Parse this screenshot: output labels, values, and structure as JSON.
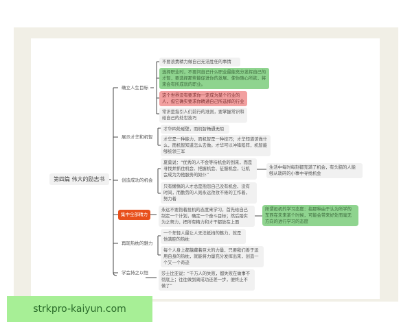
{
  "root": "第四篇 伟大的励志书",
  "branches": [
    {
      "label": "确立人生目标",
      "leaves": [
        "不要浪费精力做自己无法胜任的事情",
        "选择职业时，不要问自己什么职业最能充分发挥自己的才智，要选择那些能促进你的发展、使你随心所欲，将来会有所成就的职业。",
        "这个世界没有要求你一定成为某个行业的人，但它确实要求你精通自己所选择的行业",
        "常识是指引人们前行的准则，要掌握常识和给自己的处世技巧"
      ]
    },
    {
      "label": "展示才华和机智",
      "leaves": [
        "才华四处碰壁，而机智畅通无阻",
        "才华是一种能力，而机智是一种技巧；才华知道该做什么，而机智知道怎么去做。才华可以冲锋陷阵，机智能够统领三军"
      ]
    },
    {
      "label": "创造成功的机会",
      "leaves": [
        "夏莫说：“优秀的人不会等待机会的到来，而是寻找并抓住机会、把握机会、征服机会，让机会成为为他服务的奴仆”",
        "只有懒惰的人才总是抱怨自己没有机会、没有时间，而勤劳的人则永远孜孜不倦的工作着，努力着"
      ],
      "sub": "生活中每时每刻都充满了机会，有头脑的人能够从琐碎的小事中寻找机会"
    },
    {
      "label": "集中全部精力",
      "highlight": true,
      "leaves": [
        "永远不要抱着投机的态度来学习，首先给自己制定一个计划，确定一个奋斗目标；然后踏实为之努力，把所有精力和才干都放在上面"
      ],
      "sub": "所谓投机的学习态度：指那种由于认为所学的东西在未来某个时候，可能会带来好处而毫无方向的进行学习的态度"
    },
    {
      "label": "再现热枕的魅力",
      "leaves": [
        "一个年轻人最让人无法抵挡的魅力，就是他满腔的热枕",
        "每个人身上都蕴藏着巨大的力量，只要我们善于运用自身的热枕，就能将力量充分发挥出来，创造一个又一个奇迹"
      ]
    },
    {
      "label": "学会持之以恒",
      "leaves": [
        "莎士比亚说：“千万人的失败，都失败在做事不彻底上；往往做到离成功还差一步，便终止不做了”"
      ]
    }
  ],
  "watermark": "strkpro-kaiyun.com",
  "colors": {
    "highlight": "#e8501c",
    "green_note": "#8fd48f",
    "red_note": "#f2a0a0",
    "watermark_bg": "#a7ef96"
  }
}
